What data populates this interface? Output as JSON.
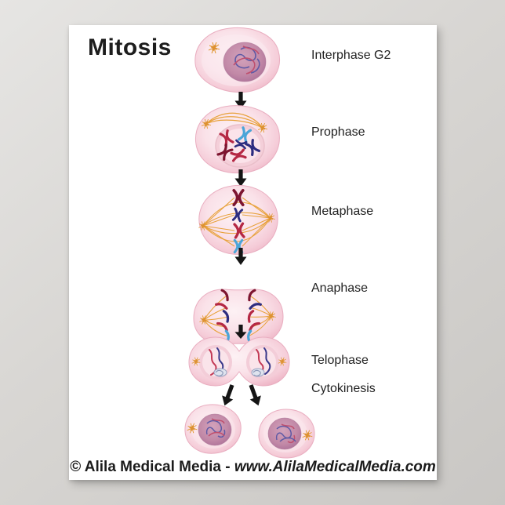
{
  "poster": {
    "title": "Mitosis",
    "stages": [
      {
        "label": "Interphase G2",
        "icon": "interphase-cell"
      },
      {
        "label": "Prophase",
        "icon": "prophase-cell"
      },
      {
        "label": "Metaphase",
        "icon": "metaphase-cell"
      },
      {
        "label": "Anaphase",
        "icon": "anaphase-cell"
      },
      {
        "label": "Telophase",
        "icon": "telophase-cell"
      },
      {
        "label": "Cytokinesis",
        "icon": "daughter-cells"
      }
    ],
    "footer": {
      "credit": "© Alila Medical Media - ",
      "website": "www.AlilaMedicalMedia.com"
    },
    "colors": {
      "background": "#d5d3d0",
      "poster": "#ffffff",
      "cell_body": "#f5ccd8",
      "cell_rim": "#eeb5c6",
      "nucleus": "#c289a7",
      "chromatin_blue": "#5f5aa5",
      "chromatin_red": "#bf4f6e",
      "chromosome_dark_red": "#7d1530",
      "chromosome_red": "#b52844",
      "chromosome_dark_blue": "#2d2d80",
      "chromosome_light_blue": "#4aa5d8",
      "spindle_fiber": "#e8a23c",
      "arrow": "#151515",
      "text": "#1d1d1d"
    }
  }
}
